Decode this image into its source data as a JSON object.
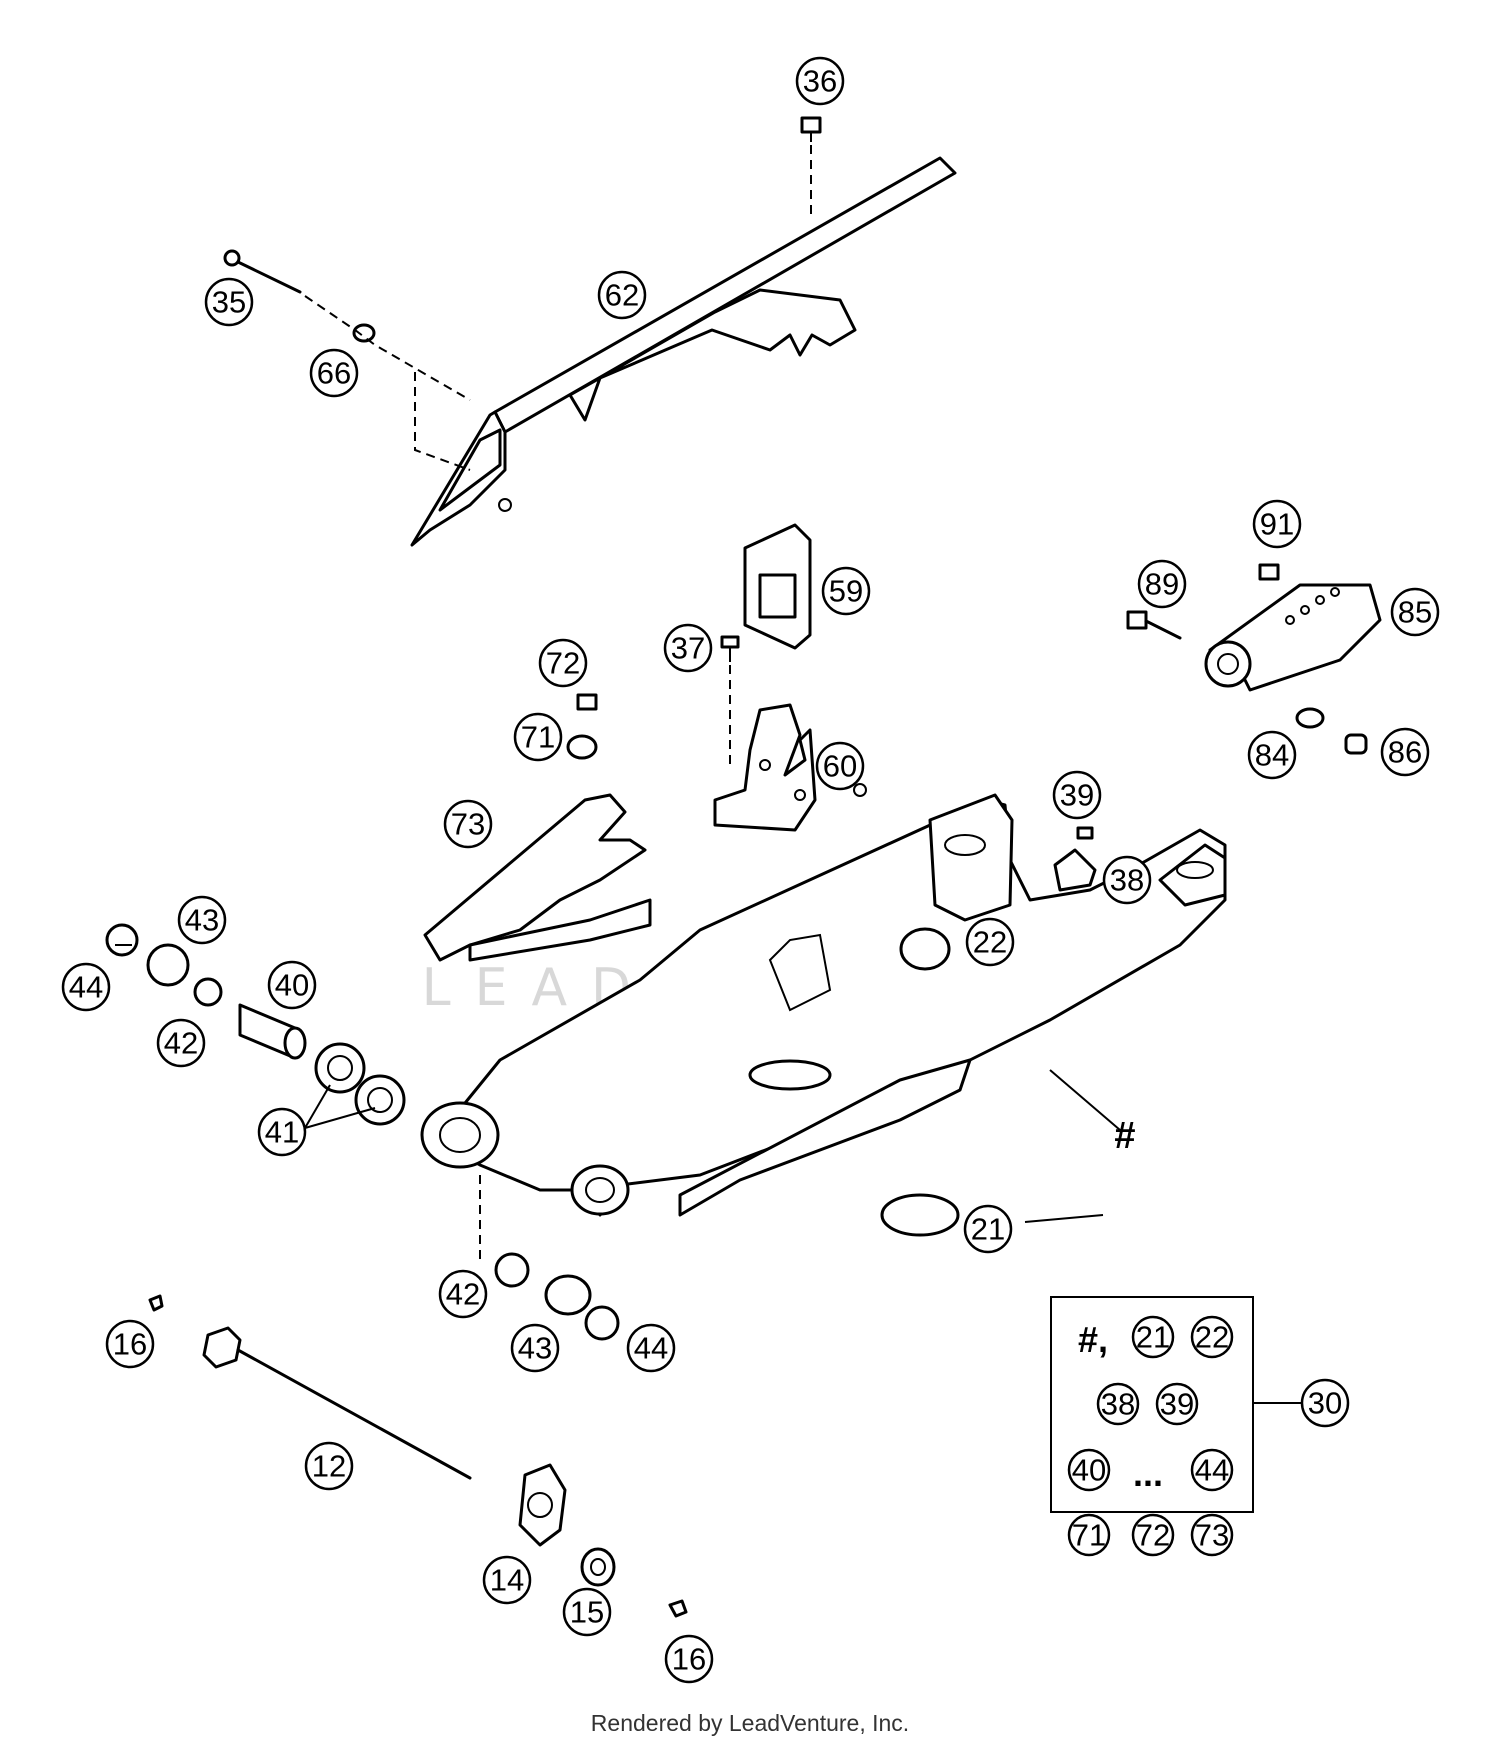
{
  "watermark": "LEADVENTURE",
  "footer": "Rendered by LeadVenture, Inc.",
  "assembly_marker": "#",
  "kit": {
    "number": "30",
    "prefix": "#,",
    "rows": [
      [
        "21",
        "22"
      ],
      [
        "38",
        "39"
      ],
      [
        "40",
        "...",
        "44"
      ],
      [
        "71",
        "72",
        "73"
      ]
    ]
  },
  "callouts": [
    {
      "id": "c36",
      "label": "36"
    },
    {
      "id": "c35",
      "label": "35"
    },
    {
      "id": "c62",
      "label": "62"
    },
    {
      "id": "c66",
      "label": "66"
    },
    {
      "id": "c91",
      "label": "91"
    },
    {
      "id": "c89",
      "label": "89"
    },
    {
      "id": "c85",
      "label": "85"
    },
    {
      "id": "c59",
      "label": "59"
    },
    {
      "id": "c37",
      "label": "37"
    },
    {
      "id": "c72",
      "label": "72"
    },
    {
      "id": "c71",
      "label": "71"
    },
    {
      "id": "c60",
      "label": "60"
    },
    {
      "id": "c84",
      "label": "84"
    },
    {
      "id": "c86",
      "label": "86"
    },
    {
      "id": "c39",
      "label": "39"
    },
    {
      "id": "c38",
      "label": "38"
    },
    {
      "id": "c73",
      "label": "73"
    },
    {
      "id": "c43a",
      "label": "43"
    },
    {
      "id": "c44a",
      "label": "44"
    },
    {
      "id": "c40",
      "label": "40"
    },
    {
      "id": "c42a",
      "label": "42"
    },
    {
      "id": "c22",
      "label": "22"
    },
    {
      "id": "c41",
      "label": "41"
    },
    {
      "id": "c21",
      "label": "21"
    },
    {
      "id": "c42b",
      "label": "42"
    },
    {
      "id": "c43b",
      "label": "43"
    },
    {
      "id": "c44b",
      "label": "44"
    },
    {
      "id": "c16a",
      "label": "16"
    },
    {
      "id": "c12",
      "label": "12"
    },
    {
      "id": "c14",
      "label": "14"
    },
    {
      "id": "c15",
      "label": "15"
    },
    {
      "id": "c16b",
      "label": "16"
    }
  ]
}
